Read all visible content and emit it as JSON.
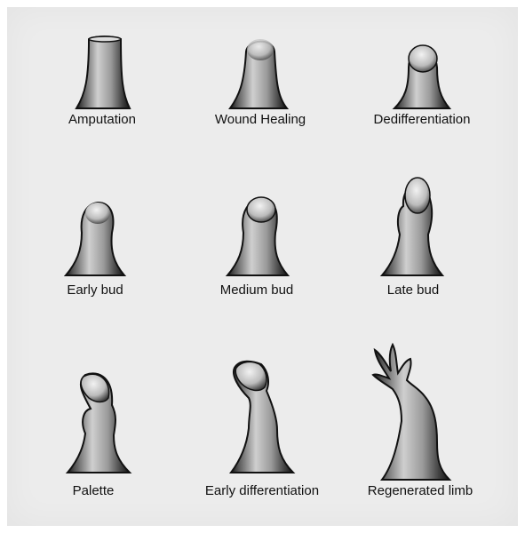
{
  "figure": {
    "stages": [
      {
        "id": "amputation",
        "label": "Amputation"
      },
      {
        "id": "wound-healing",
        "label": "Wound Healing"
      },
      {
        "id": "dedifferentiation",
        "label": "Dedifferentiation"
      },
      {
        "id": "early-bud",
        "label": "Early bud"
      },
      {
        "id": "medium-bud",
        "label": "Medium bud"
      },
      {
        "id": "late-bud",
        "label": "Late bud"
      },
      {
        "id": "palette",
        "label": "Palette"
      },
      {
        "id": "early-differentiation",
        "label": "Early differentiation"
      },
      {
        "id": "regenerated-limb",
        "label": "Regenerated limb"
      }
    ]
  }
}
